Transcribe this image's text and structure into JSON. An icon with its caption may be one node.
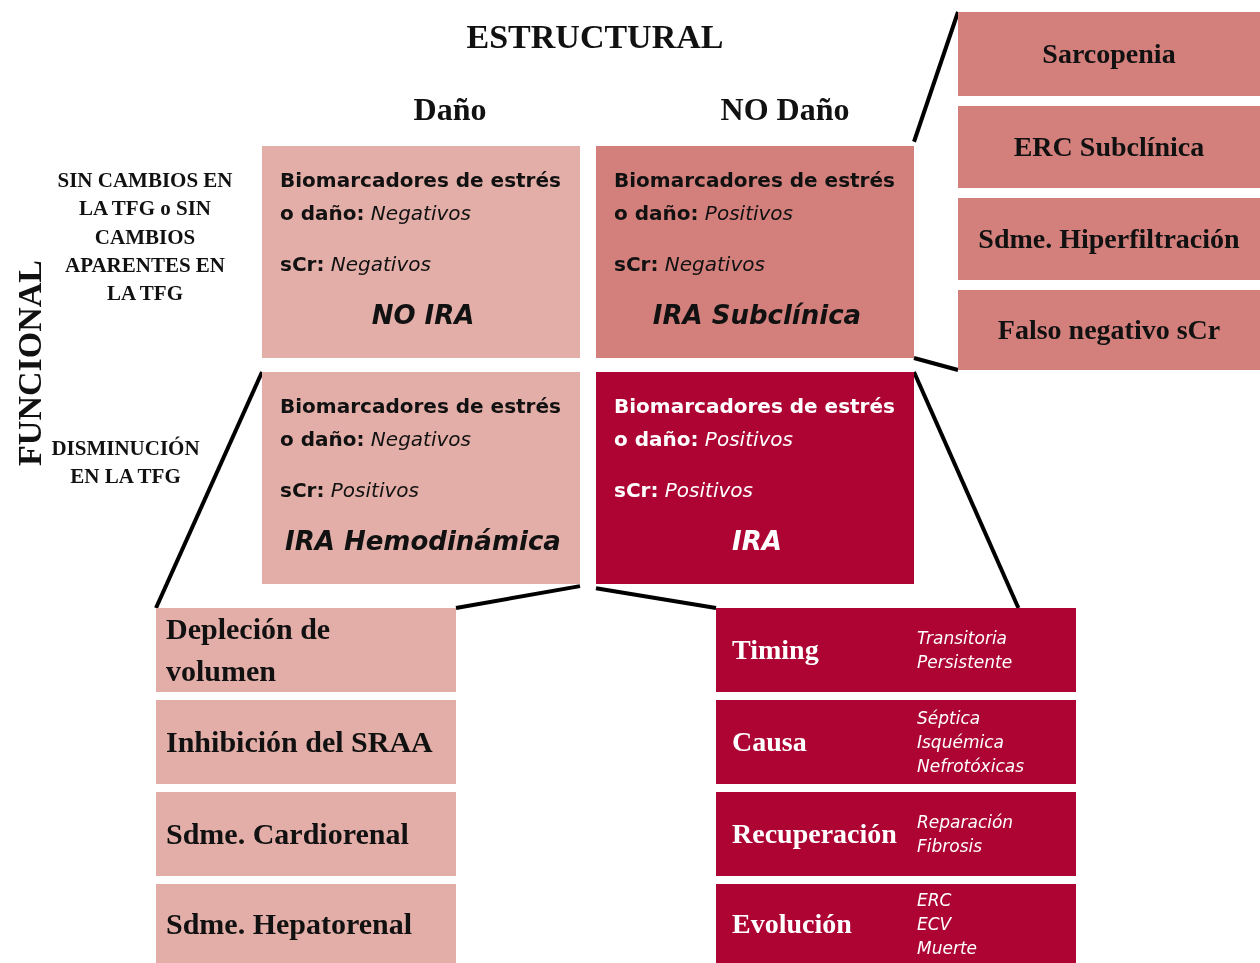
{
  "diagram": {
    "nodes": [
      {
        "text": [
          "**Biomarcadores de estrés o daño:** *Negativos*",
          "**sCr:** *Negativos*",
          "NO IRA"
        ]
      },
      {
        "text": [
          "**Biomarcadores de estrés o daño:** *Positivos*",
          "**sCr:** *Negativos*",
          "IRA Subclínica"
        ]
      },
      {
        "text": [
          "**Biomarcadores de estrés o daño:** *Negativos*",
          "**sCr:** *Positivos*",
          "IRA Hemodinámica"
        ]
      },
      {
        "text": [
          "**Biomarcadores de estrés o daño:** *Positivos*",
          "**sCr:** *Positivos*",
          "IRA"
        ]
      },
      {
        "text": [
          "Sarcopenia"
        ]
      },
      {
        "text": [
          "ERC Subclínica"
        ]
      },
      {
        "text": [
          "Sdme. Hiperfiltración"
        ]
      },
      {
        "text": [
          "Falso negativo sCr"
        ]
      },
      {
        "text": [
          "Depleción de volumen"
        ]
      },
      {
        "text": [
          "Inhibición del SRAA"
        ]
      },
      {
        "text": [
          "Sdme. Cardiorenal"
        ]
      },
      {
        "text": [
          "Sdme. Hepatorenal"
        ]
      },
      {
        "text": [
          "Timing",
          "Transitoria",
          "Persistente"
        ]
      },
      {
        "text": [
          "Causa",
          "Séptica",
          "Isquémica",
          "Nefrotóxicas"
        ]
      },
      {
        "text": [
          "Recuperación",
          "Reparación",
          "Fibrosis"
        ]
      },
      {
        "text": [
          "Evolución",
          "ERC",
          "ECV",
          "Muerte"
        ]
      }
    ],
    "edges": [
      {
        "from": 1,
        "to": 4,
        "arrow": "none"
      },
      {
        "from": 1,
        "to": 7,
        "arrow": "none"
      },
      {
        "from": 2,
        "to": 8,
        "arrow": "none"
      },
      {
        "from": 2,
        "to": 8,
        "arrow": "none"
      },
      {
        "from": 3,
        "to": 12,
        "arrow": "none"
      },
      {
        "from": 3,
        "to": 12,
        "arrow": "none"
      }
    ],
    "labels": [
      "ESTRUCTURAL",
      "Daño",
      "NO Daño",
      "FUNCIONAL",
      "SIN CAMBIOS EN LA TFG o SIN CAMBIOS APARENTES EN LA TFG",
      "DISMINUCIÓN EN LA TFG"
    ]
  }
}
